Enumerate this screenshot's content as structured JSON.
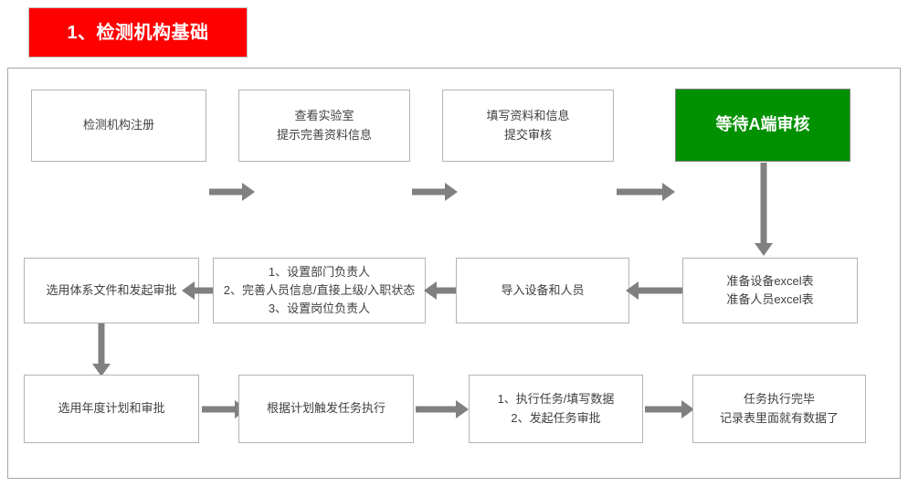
{
  "header": {
    "title": "1、检测机构基础",
    "background_color": "#fe0000",
    "text_color": "#ffffff"
  },
  "theme": {
    "node_border_color": "#b3b3b3",
    "node_text_color": "#404040",
    "arrow_color": "#808080",
    "highlight_color": "#009000",
    "container_border_color": "#a6a6a6"
  },
  "flow": {
    "rows": [
      {
        "id": "row-1",
        "nodes": [
          {
            "id": "n1",
            "label": "检测机构注册",
            "highlight": false
          },
          {
            "id": "n2",
            "label": "查看实验室\n提示完善资料信息",
            "highlight": false
          },
          {
            "id": "n3",
            "label": "填写资料和信息\n提交审核",
            "highlight": false
          },
          {
            "id": "n4",
            "label": "等待A端审核",
            "highlight": true
          }
        ]
      },
      {
        "id": "row-2",
        "nodes": [
          {
            "id": "n5",
            "label": "选用体系文件和发起审批",
            "highlight": false
          },
          {
            "id": "n6",
            "label": "1、设置部门负责人\n2、完善人员信息/直接上级/入职状态\n3、设置岗位负责人",
            "highlight": false
          },
          {
            "id": "n7",
            "label": "导入设备和人员",
            "highlight": false
          },
          {
            "id": "n8",
            "label": "准备设备excel表\n准备人员excel表",
            "highlight": false
          }
        ]
      },
      {
        "id": "row-3",
        "nodes": [
          {
            "id": "n9",
            "label": "选用年度计划和审批",
            "highlight": false
          },
          {
            "id": "n10",
            "label": "根据计划触发任务执行",
            "highlight": false
          },
          {
            "id": "n11",
            "label": "1、执行任务/填写数据\n2、发起任务审批",
            "highlight": false
          },
          {
            "id": "n12",
            "label": "任务执行完毕\n记录表里面就有数据了",
            "highlight": false
          }
        ]
      }
    ],
    "connectors": [
      {
        "id": "c1",
        "direction": "right",
        "from": "n1",
        "to": "n2"
      },
      {
        "id": "c2",
        "direction": "right",
        "from": "n2",
        "to": "n3"
      },
      {
        "id": "c3",
        "direction": "right",
        "from": "n3",
        "to": "n4"
      },
      {
        "id": "c4",
        "direction": "down",
        "from": "n4",
        "to": "n8"
      },
      {
        "id": "c5",
        "direction": "left",
        "from": "n8",
        "to": "n7"
      },
      {
        "id": "c6",
        "direction": "left",
        "from": "n7",
        "to": "n6"
      },
      {
        "id": "c7",
        "direction": "left",
        "from": "n6",
        "to": "n5"
      },
      {
        "id": "c8",
        "direction": "down",
        "from": "n5",
        "to": "n9"
      },
      {
        "id": "c9",
        "direction": "right",
        "from": "n9",
        "to": "n10"
      },
      {
        "id": "c10",
        "direction": "right",
        "from": "n10",
        "to": "n11"
      },
      {
        "id": "c11",
        "direction": "right",
        "from": "n11",
        "to": "n12"
      }
    ]
  }
}
